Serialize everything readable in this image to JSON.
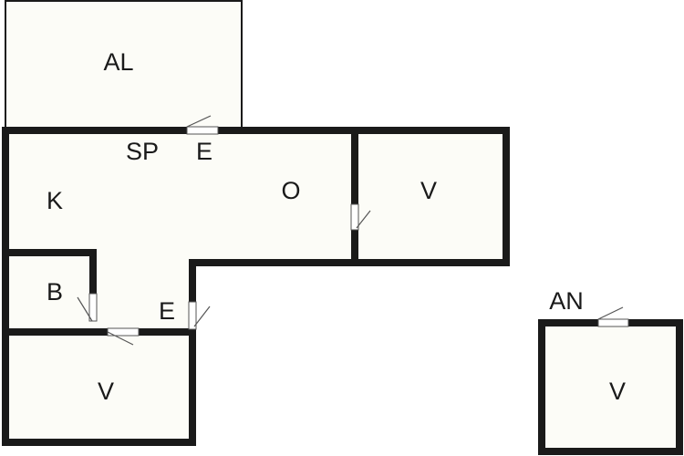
{
  "colors": {
    "background": "#ffffff",
    "floor": "#fcfcf7",
    "wall": "#1a1a1a",
    "door_leaf": "#555555"
  },
  "rooms": {
    "al": "AL",
    "sp": "SP",
    "e_top": "E",
    "k": "K",
    "o": "O",
    "v_right": "V",
    "b": "B",
    "e_mid": "E",
    "v_bottom": "V",
    "an": "AN",
    "v_annex": "V"
  }
}
